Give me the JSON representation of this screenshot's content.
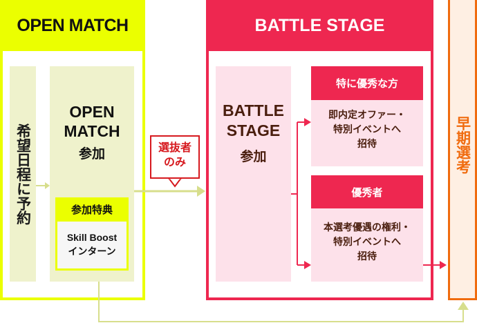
{
  "colors": {
    "open_match": "#EBFF00",
    "open_match_panel": "#EFF2CC",
    "battle_stage": "#EE2750",
    "battle_stage_panel": "#FDE1EA",
    "early_selection_border": "#F06B0E",
    "early_selection_bg": "#FEEFE3",
    "balloon": "#D6191E",
    "connector_green": "#D7DE8C",
    "dark_text": "#4A1E0E"
  },
  "open_match": {
    "header": "OPEN MATCH",
    "reserve_step": "希望日程に予約",
    "main_title_line1": "OPEN",
    "main_title_line2": "MATCH",
    "main_sub": "参加",
    "perk": {
      "header": "参加特典",
      "body_line1": "Skill Boost",
      "body_line2": "インターン"
    }
  },
  "transition": {
    "balloon_line1": "選抜者",
    "balloon_line2": "のみ"
  },
  "battle_stage": {
    "header": "BATTLE STAGE",
    "main_title_line1": "BATTLE",
    "main_title_line2": "STAGE",
    "main_sub": "参加",
    "outcomes": [
      {
        "header": "特に優秀な方",
        "line1": "即内定オファー・",
        "line2": "特別イベントへ",
        "line3": "招待"
      },
      {
        "header": "優秀者",
        "line1": "本選考優遇の権利・",
        "line2": "特別イベントへ",
        "line3": "招待"
      }
    ]
  },
  "early_selection": {
    "label": "早期選考"
  }
}
